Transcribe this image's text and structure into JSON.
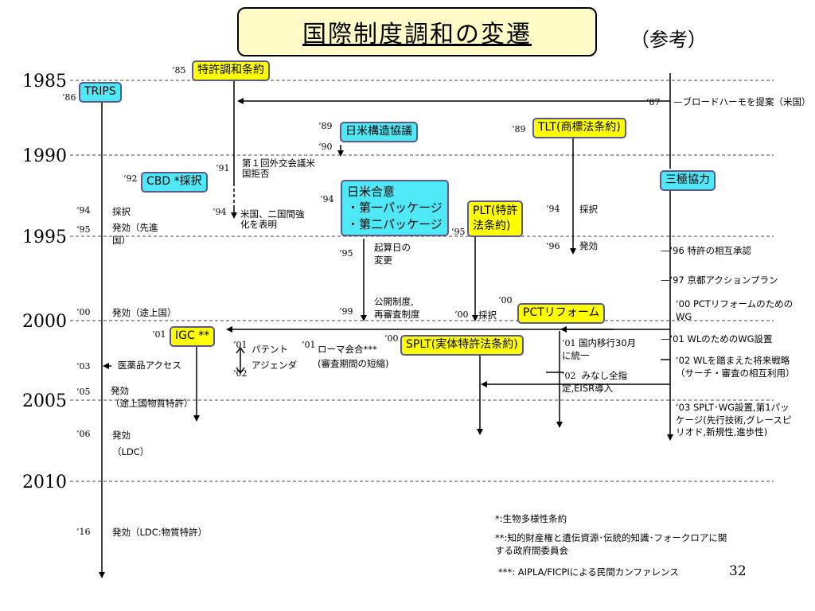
{
  "title": "国際制度調和の変遷",
  "reference": "（参考）",
  "years": [
    "1985",
    "1990",
    "1995",
    "2000",
    "2005",
    "2010"
  ],
  "boxes": {
    "trips": "TRIPS",
    "patent_harmonization": "特許調和条約",
    "cbd": "CBD *採択",
    "japan_us_structural": "日米構造協議",
    "tlt": "TLT(商標法条約)",
    "trilateral": "三極協力",
    "japan_us_agreement": [
      "日米合意",
      "・第一パッケージ",
      "・第二パッケージ"
    ],
    "plt": [
      "PLT(特許",
      "法条約)"
    ],
    "pct_reform": "PCTリフォーム",
    "igc": "IGC **",
    "splt": "SPLT(実体特許法条約)"
  },
  "year_marks": {
    "y85": "‘85",
    "y86": "‘86",
    "y87": "‘87",
    "y89a": "‘89",
    "y89b": "‘89",
    "y90": "‘90",
    "y91": "‘91",
    "y92": "‘92",
    "y94a": "‘94",
    "y94b": "‘94",
    "y94c": "‘94",
    "y94d": "‘94",
    "y95a": "‘95",
    "y95b": "‘95",
    "y95c": "‘95",
    "y96": "‘96",
    "y99": "‘99",
    "y00a": "‘00",
    "y00b": "‘00",
    "y00c": "‘00",
    "y00d": "‘00",
    "y01a": "‘01",
    "y01b": "‘01",
    "y01c": "‘01",
    "y02": "‘02",
    "y03": "‘03",
    "y05": "‘05",
    "y06": "‘06",
    "y16": "‘16"
  },
  "labels": {
    "broad_harmo": "—ブロードハーモを提案（米国）",
    "first_diplomatic": "第１回外交会議米\n国拒否",
    "us_bilateral": "米国、二国間強\n化を表明",
    "trips_adopt": "採択",
    "trips_effect_dev": "発効（先進\n国）",
    "trips_effect_developing": "発効（途上国）",
    "medicine_access": "医薬品アクセス",
    "effect_patent": "発効\n（途上国物質特許）",
    "effect_ldc": "発効\n（LDC）",
    "effect_ldc_substance": "発効（LDC:物質特許）",
    "filing_date": "起算日の\n変更",
    "publication": "公開制度,\n再審査制度",
    "plt_adopt": "採択",
    "tlt_adopt": "採択",
    "tlt_effect": "発効",
    "patent_agenda_1": "パテント",
    "patent_agenda_2": "アジェンダ",
    "rome_conference": "ローマ会合***\n(審査期間の短縮)",
    "national_phase": "国内移行30月\nに統一",
    "deemed_designation": "みなし全指\n定,EISR導入",
    "mutual_recognition": "—‘96 特許の相互承認",
    "kyoto_plan": "—‘97 京都アクションプラン",
    "wg_pct": "‘00 PCTリフォームのための\nWG",
    "wl_wg": "—‘01 WLのためのWG設置",
    "wl_strategy": "‘02 WLを踏まえた将来戦略\n（サーチ・審査の相互利用）",
    "splt_wg": "‘03 SPLT･WG設置,第1パッ\nケージ(先行技術,グレースピ\nリオド,新規性,進歩性)"
  },
  "footnotes": {
    "f1": "*:生物多様性条約",
    "f2": "**:知的財産権と遺伝資源･伝統的知識･フォークロアに関\nする政府間委員会",
    "f3": "***: AIPLA/FICPIによる民間カンファレンス"
  },
  "page_number": "32",
  "colors": {
    "cyan": "#4fe8f7",
    "yellow": "#ffff00",
    "title_bg": "#fffcc8"
  }
}
